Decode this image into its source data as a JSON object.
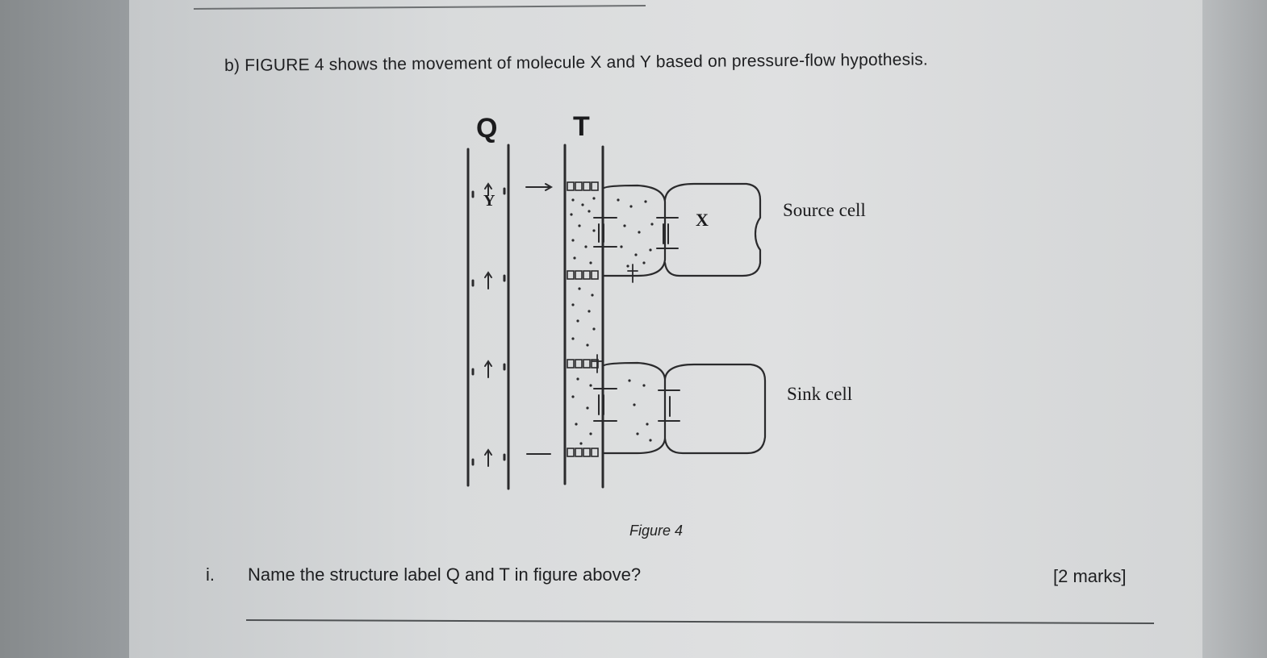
{
  "question": {
    "part_label": "b)",
    "text": "FIGURE 4 shows the movement of molecule X and Y based on pressure-flow hypothesis."
  },
  "figure": {
    "label_q": "Q",
    "label_t": "T",
    "label_y": "Y",
    "label_x": "X",
    "source_label": "Source cell",
    "sink_label": "Sink cell",
    "caption": "Figure 4"
  },
  "sub_question": {
    "number": "i.",
    "text": "Name the structure label Q and T in figure above?",
    "marks": "[2 marks]"
  }
}
